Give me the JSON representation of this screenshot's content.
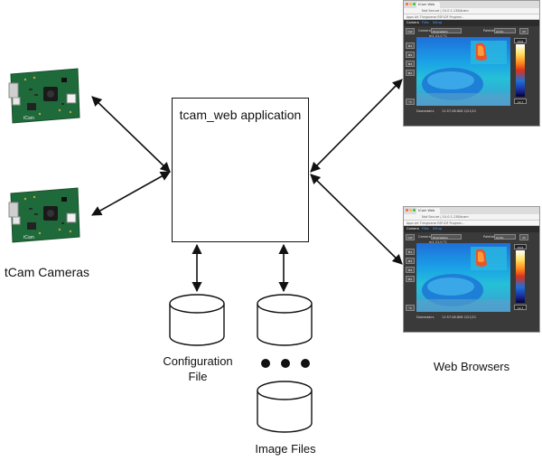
{
  "app": {
    "title": "tcam_web application"
  },
  "cameras": {
    "label": "tCam Cameras",
    "pcb_text": "tCam"
  },
  "config": {
    "label_line1": "Configuration",
    "label_line2": "File"
  },
  "images": {
    "label": "Image Files"
  },
  "browsers": {
    "label": "Web Browsers",
    "window": {
      "tab_title": "tCam Web",
      "url": "Not Secure | 10.0.1.138/tcam",
      "bookmarks": "Apps  Art  Thingiverse  ESP-IDF Program...",
      "tabs": [
        "Camera",
        "Files",
        "Setup"
      ],
      "get_label": "Get",
      "camera_label": "Camera",
      "camera_value": "Downstairs",
      "palette_label": "Palette",
      "palette_value": "Arctic",
      "all_label": "All",
      "spot_text": "m1 21.0 °C",
      "side_buttons": [
        "M1",
        "M2",
        "M3",
        "MA"
      ],
      "unit_button": "°C",
      "scale_high": "29.6",
      "scale_low": "14.7",
      "footer_name": "Downstairs",
      "footer_time": "11:57:48.608  2/21/21"
    }
  },
  "colors": {
    "line": "#111111",
    "pcb_green": "#1f6a3a",
    "browser_dark": "#3a3a3a"
  }
}
